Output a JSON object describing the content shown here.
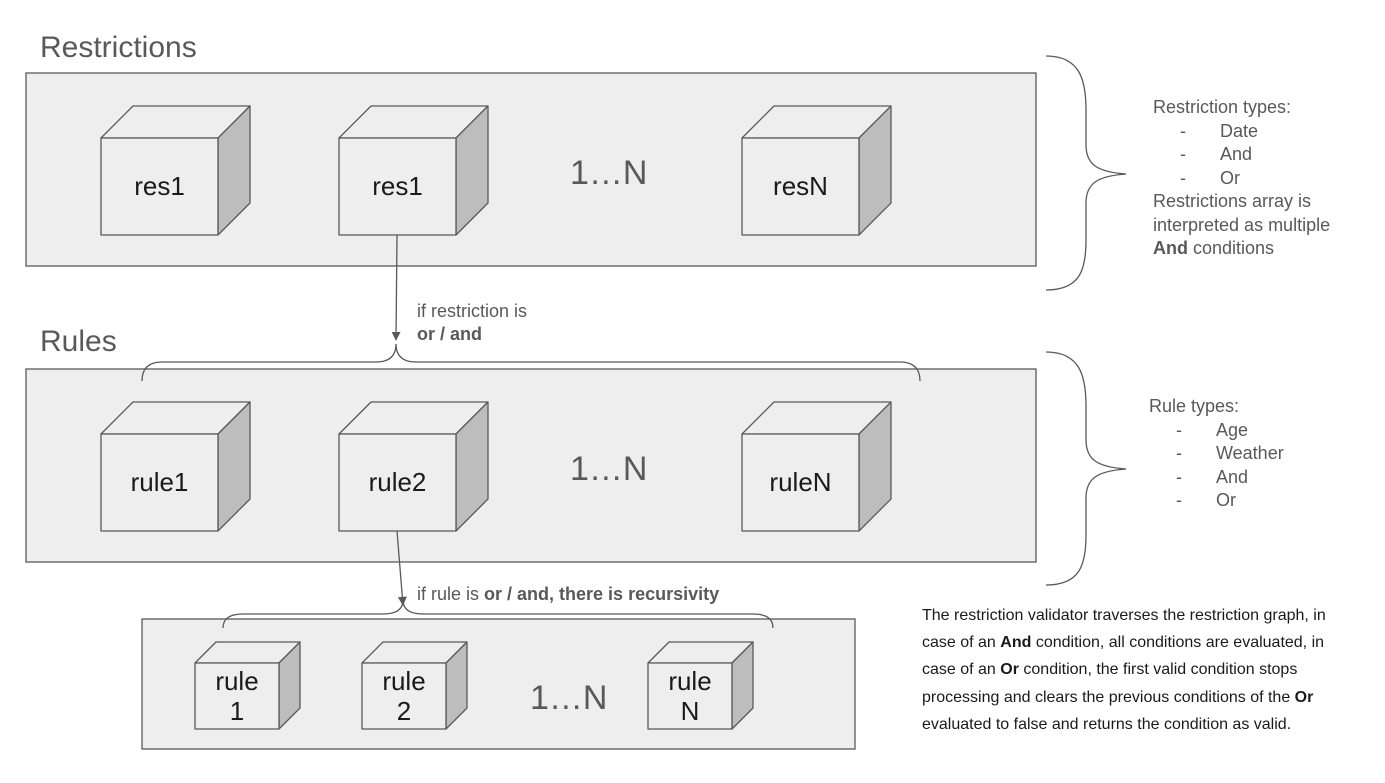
{
  "restrictions": {
    "title": "Restrictions",
    "cubes": [
      "res1",
      "res1",
      "resN"
    ],
    "range": "1…N"
  },
  "edge_restriction": {
    "line1": "if restriction is",
    "line2": "or / and"
  },
  "rules": {
    "title": "Rules",
    "cubes": [
      "rule1",
      "rule2",
      "ruleN"
    ],
    "range": "1…N"
  },
  "edge_rule": {
    "prefix": "if rule is ",
    "bold": "or / and, there is recursivity"
  },
  "nested": {
    "cubes": [
      {
        "line1": "rule",
        "line2": "1"
      },
      {
        "line1": "rule",
        "line2": "2"
      },
      {
        "line1": "rule",
        "line2": "N"
      }
    ],
    "range": "1…N"
  },
  "restriction_note": {
    "heading": "Restriction types:",
    "bullet": "-",
    "items": [
      "Date",
      "And",
      "Or"
    ],
    "text_before": "Restrictions array is interpreted as multiple ",
    "text_bold": "And",
    "text_after": " conditions"
  },
  "rule_note": {
    "heading": "Rule types:",
    "bullet": "-",
    "items": [
      "Age",
      "Weather",
      "And",
      "Or"
    ]
  },
  "description": {
    "p1": "The restriction validator traverses the restriction graph, in case of an ",
    "b1": "And",
    "p2": " condition, all conditions are evaluated, in case of an ",
    "b2": "Or",
    "p3": " condition, the first valid condition stops processing and clears the previous conditions of the ",
    "b3": "Or",
    "p4": " evaluated to false and returns the condition as valid."
  },
  "colors": {
    "panel_fill": "#eeeeee",
    "panel_stroke": "#595959",
    "cube_front": "#eeeeee",
    "cube_top": "#eeeeee",
    "cube_side": "#bdbdbd",
    "line": "#595959",
    "text": "#595959"
  }
}
